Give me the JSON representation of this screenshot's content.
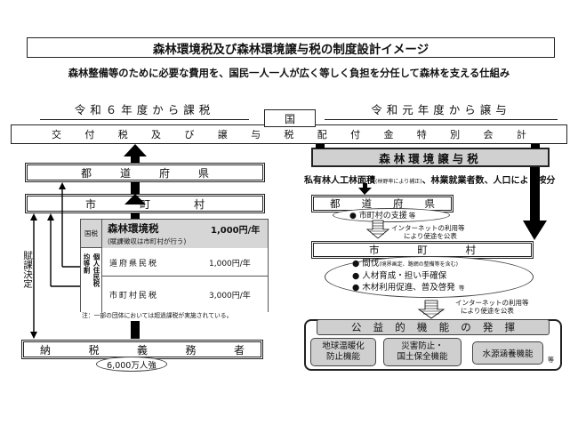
{
  "title": "森林環境税及び森林環境譲与税の制度設計イメージ",
  "subtitle": "森林整備等のために必要な費用を、国民一人一人が広く等しく負担を分任して森林を支える仕組み",
  "left_heading": "令和６年度から課税",
  "right_heading": "令和元年度から譲与",
  "kuni": "国",
  "grant_bar": [
    "交",
    "付",
    "税",
    "及",
    "び",
    "譲",
    "与",
    "税",
    "配",
    "付",
    "金",
    "特",
    "別",
    "会",
    "計"
  ],
  "todofuken_left": [
    "都",
    "道",
    "府",
    "県"
  ],
  "shichoson_left": [
    "市",
    "町",
    "村"
  ],
  "fuka_kettei": "賦課決定",
  "tax_table": {
    "kuni_zei": "国税",
    "forest_tax_name": "森林環境税",
    "forest_tax_amount": "1,000円/年",
    "forest_tax_note": "(賦課徴収は市町村が行う)",
    "kojin_juminzei": "個人住民税",
    "kinto_wari": "均等割",
    "rows": [
      {
        "label": "道府県民税",
        "amount": "1,000円/年"
      },
      {
        "label": "市町村民税",
        "amount": "3,000円/年"
      }
    ],
    "footnote": "注：一部の団体においては超過課税が実施されている。"
  },
  "nozei_gimusha": [
    "納",
    "税",
    "義",
    "務",
    "者"
  ],
  "taxpayers": "6,000万人強",
  "joyozei_title": "森林環境譲与税",
  "allocation": {
    "part1": "私有林人工林面積",
    "small1": "(林野率により補正)",
    "part2": "、林業就業者数",
    "part3": "、人口",
    "part4": "により按分"
  },
  "todofuken_right": [
    "都",
    "道",
    "府",
    "県"
  ],
  "pref_support": "● 市町村の支援",
  "pref_support_suffix": "等",
  "internet_notice": [
    "インターネットの利用等",
    "により使途を公表"
  ],
  "shichoson_right": [
    "市",
    "町",
    "村"
  ],
  "municipal_uses": [
    {
      "text": "● 間伐",
      "small": "(境界画定、路網の整備等を含む)"
    },
    {
      "text": "● 人材育成・担い手確保",
      "small": ""
    },
    {
      "text": "● 木材利用促進、普及啓発",
      "small": "等"
    }
  ],
  "public_functions_title": [
    "公",
    "益",
    "的",
    "機",
    "能",
    "の",
    "発",
    "揮"
  ],
  "functions": [
    "地球温暖化\n防止機能",
    "災害防止・\n国土保全機能",
    "水源涵養機能"
  ],
  "functions_suffix": "等"
}
